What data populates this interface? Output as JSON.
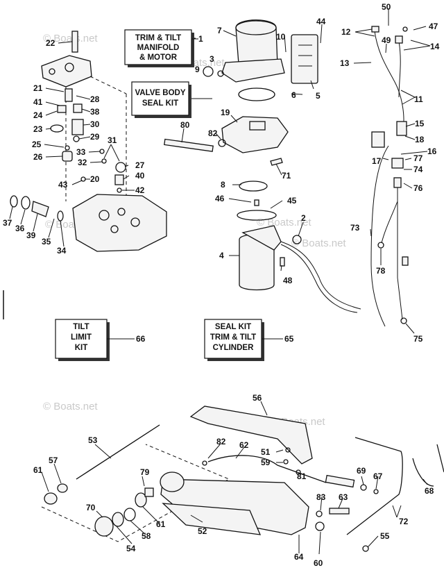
{
  "watermark": "© Boats.net",
  "boxes": {
    "trim_tilt_manifold": [
      "TRIM & TILT",
      "MANIFOLD",
      "& MOTOR"
    ],
    "valve_body_seal_kit": [
      "VALVE BODY",
      "SEAL KIT"
    ],
    "tilt_limit_kit": [
      "TILT",
      "LIMIT",
      "KIT"
    ],
    "seal_kit_cylinder": [
      "SEAL KIT",
      "TRIM & TILT",
      "CYLINDER"
    ]
  },
  "callouts": [
    "1",
    "2",
    "3",
    "4",
    "5",
    "6",
    "7",
    "8",
    "9",
    "10",
    "11",
    "12",
    "13",
    "14",
    "15",
    "16",
    "17",
    "18",
    "19",
    "20",
    "21",
    "22",
    "23",
    "24",
    "25",
    "26",
    "27",
    "28",
    "29",
    "30",
    "31",
    "32",
    "33",
    "34",
    "35",
    "36",
    "37",
    "38",
    "39",
    "40",
    "41",
    "42",
    "43",
    "44",
    "45",
    "46",
    "47",
    "48",
    "49",
    "50",
    "51",
    "52",
    "53",
    "54",
    "55",
    "56",
    "57",
    "58",
    "59",
    "60",
    "61",
    "61",
    "62",
    "63",
    "64",
    "65",
    "66",
    "67",
    "68",
    "69",
    "70",
    "71",
    "72",
    "73",
    "74",
    "75",
    "76",
    "77",
    "78",
    "79",
    "80",
    "81",
    "82",
    "82",
    "83"
  ]
}
